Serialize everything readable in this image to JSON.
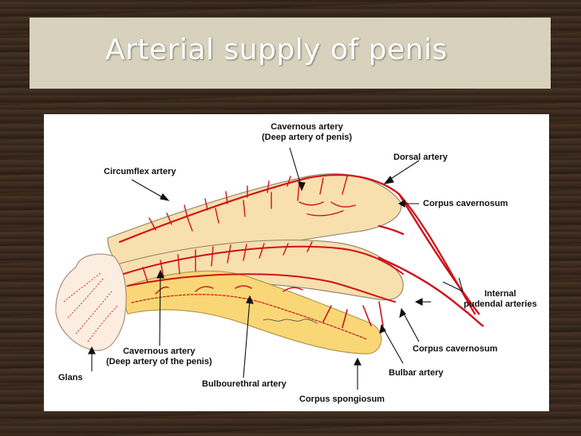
{
  "slide": {
    "title": "Arterial supply of penis"
  },
  "diagram": {
    "labels": {
      "cavernous_top_1": "Cavernous artery",
      "cavernous_top_2": "(Deep artery of penis)",
      "dorsal_artery": "Dorsal artery",
      "circumflex_artery": "Circumflex artery",
      "corpus_cavernosum_top": "Corpus cavernosum",
      "internal_pudendal_1": "Internal",
      "internal_pudendal_2": "pudendal arteries",
      "cavernous_bottom_1": "Cavernous artery",
      "cavernous_bottom_2": "(Deep artery of the penis)",
      "corpus_cavernosum_bottom": "Corpus cavernosum",
      "glans": "Glans",
      "bulbourethral_artery": "Bulbourethral artery",
      "bulbar_artery": "Bulbar artery",
      "corpus_spongiosum": "Corpus spongiosum"
    },
    "colors": {
      "artery": "#d0121b",
      "cavernosum_fill": "#f7dfae",
      "spongiosum_fill": "#f9d777",
      "outline": "#9a8a70"
    }
  }
}
